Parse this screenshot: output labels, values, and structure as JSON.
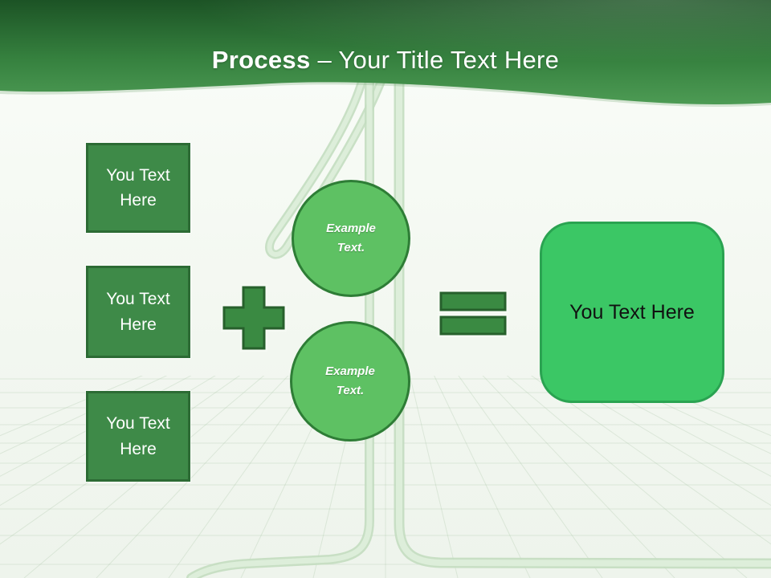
{
  "slide": {
    "title_bold": "Process",
    "title_rest": "– Your Title Text Here"
  },
  "left_boxes": [
    {
      "label": "You Text Here"
    },
    {
      "label": "You Text Here"
    },
    {
      "label": "You Text Here"
    }
  ],
  "example_circles": [
    {
      "label": "Example Text."
    },
    {
      "label": "Example Text."
    }
  ],
  "operators": {
    "plus_icon": "plus-sign",
    "equals_icon": "equals-sign"
  },
  "result_box": {
    "label": "You Text Here"
  },
  "colors": {
    "header_top": "#1c5325",
    "header_mid": "#35803e",
    "header_bottom": "#4d9b54",
    "box_fill": "#3e8a48",
    "box_border": "#2c6b34",
    "box_text": "#ffffff",
    "circle_fill": "#5ec163",
    "circle_border": "#2e7d36",
    "circle_text": "#ffffff",
    "operator_fill": "#3a8a42",
    "operator_border": "#27602c",
    "result_fill": "#3bc765",
    "result_border": "#2aa351",
    "result_text": "#111111",
    "tube_core": "#ddeeda",
    "tube_edge": "#c3ddc0",
    "title_text": "#ffffff",
    "background": "#f4f8f2"
  }
}
